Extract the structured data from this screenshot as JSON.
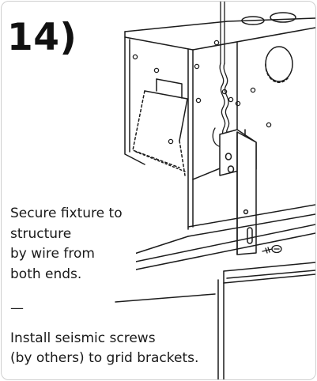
{
  "step_label": "14)",
  "instructions": {
    "wire": [
      "Secure fixture to",
      "structure",
      "by wire from",
      "both ends."
    ],
    "divider": "—",
    "screws": [
      "Install seismic screws",
      "(by others) to grid brackets."
    ]
  }
}
